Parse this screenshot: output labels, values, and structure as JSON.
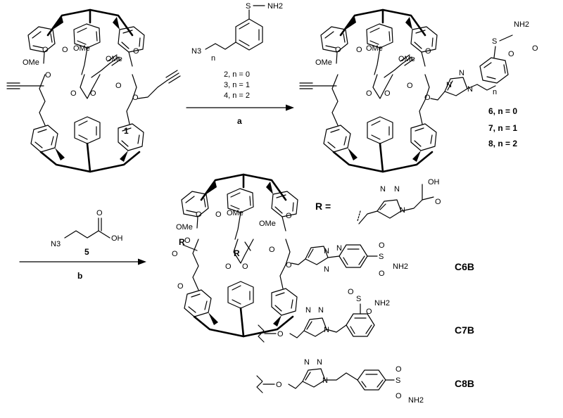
{
  "labels": {
    "ome": "OMe",
    "o": "O",
    "r": "R",
    "n": "N",
    "nh2": "NH2",
    "n3": "N3",
    "oh": "OH",
    "s": "S",
    "n_sub": "n",
    "r_equals": "R ="
  },
  "compounds": {
    "c1": "1",
    "reagents_line1": "2, n = 0",
    "reagents_line2": "3, n = 1",
    "reagents_line3": "4, n = 2",
    "products_line1": "6, n = 0",
    "products_line2": "7, n = 1",
    "products_line3": "8, n = 2",
    "azide5": "5",
    "c6b": "C6B",
    "c7b": "C7B",
    "c8b": "C8B"
  },
  "conditions": {
    "step_a": "a",
    "step_b": "b"
  }
}
